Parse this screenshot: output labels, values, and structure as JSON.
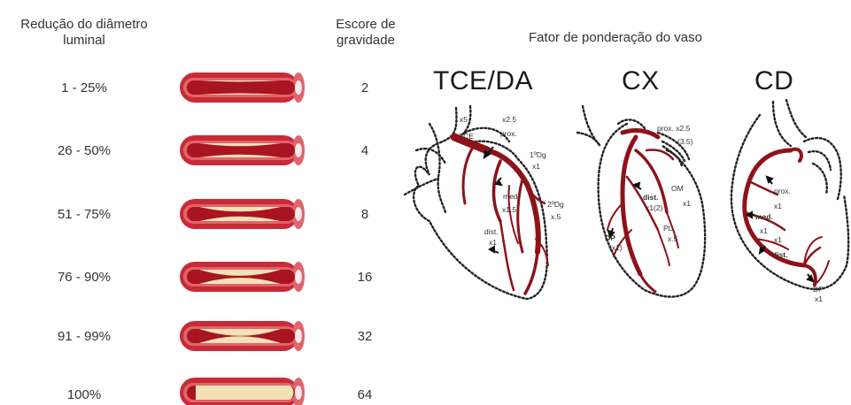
{
  "headers": {
    "reduction_line1": "Redução do diâmetro",
    "reduction_line2": "luminal",
    "score_line1": "Escore de",
    "score_line2": "gravidade",
    "weighting": "Fator de ponderação do vaso"
  },
  "rows": [
    {
      "range": "1 - 25%",
      "score": "2",
      "stenosis": 0.15
    },
    {
      "range": "26 - 50%",
      "score": "4",
      "stenosis": 0.38
    },
    {
      "range": "51 - 75%",
      "score": "8",
      "stenosis": 0.63
    },
    {
      "range": "76 - 90%",
      "score": "16",
      "stenosis": 0.83
    },
    {
      "range": "91 - 99%",
      "score": "32",
      "stenosis": 0.95
    },
    {
      "range": "100%",
      "score": "64",
      "stenosis": 1.0
    }
  ],
  "colors": {
    "vessel_outer": "#c92a38",
    "vessel_wall": "#e0646c",
    "lumen": "#a8141f",
    "plaque": "#f2e2b6",
    "artery": "#8e1219",
    "outline": "#222222"
  },
  "vessels": {
    "tce_da": {
      "title": "TCE/DA",
      "labels": {
        "x5": "x5",
        "tce": "TCE",
        "x25": "x2.5",
        "prox": "prox.",
        "dg1": "1ºDg",
        "dg1_x": "x1",
        "med": "med.",
        "med_x": "x1.5",
        "dg2": "2ºDg",
        "dg2_x": "x.5",
        "dist": "dist.",
        "dist_x": "x1"
      }
    },
    "cx": {
      "title": "CX",
      "labels": {
        "prox": "prox. x2.5",
        "prox_alt": "(3.5)",
        "om": "OM",
        "om_x": "x1",
        "dist": "dist.",
        "dist_x": "x1(2)",
        "pl": "PL",
        "pl_x": "x.5",
        "dp": "DP",
        "dp_x": "(x1)"
      }
    },
    "cd": {
      "title": "CD",
      "labels": {
        "prox": "prox.",
        "prox_x": "x1",
        "med": "med.",
        "med_x": "x1",
        "x1_extra": "x1",
        "dist": "dist.",
        "dp": "DP",
        "dp_x": "x1"
      }
    }
  }
}
